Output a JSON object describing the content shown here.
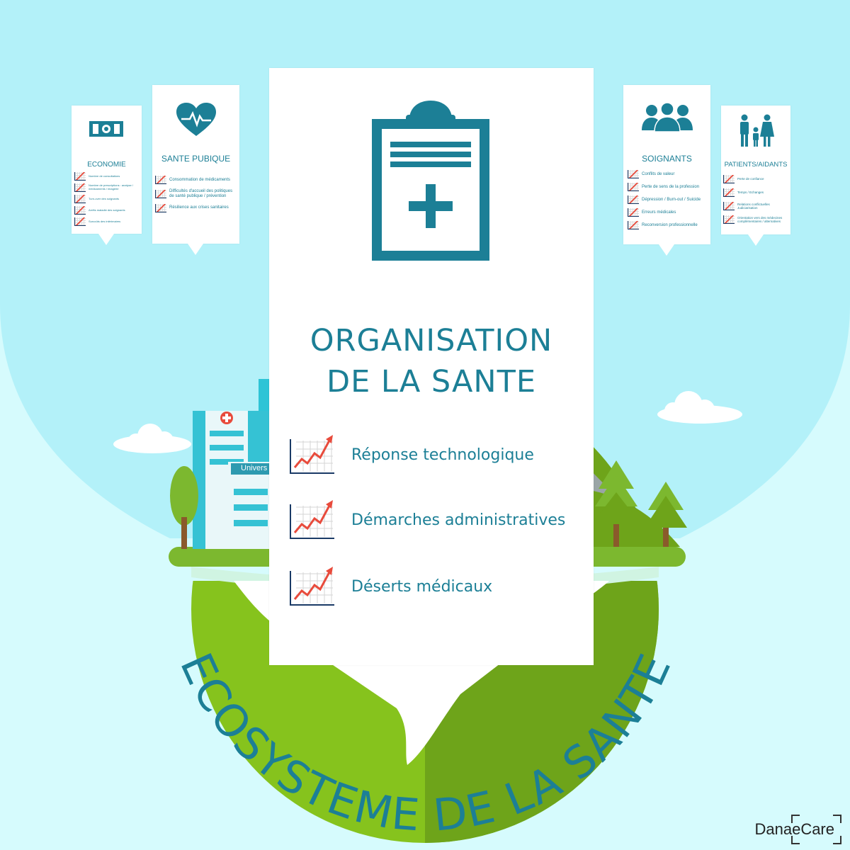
{
  "main_card": {
    "title_line1": "ORGANISATION",
    "title_line2": "DE LA SANTE",
    "items": [
      "Réponse technologique",
      "Démarches administratives",
      "Déserts médicaux"
    ]
  },
  "cards": {
    "economie": {
      "title": "ECONOMIE",
      "items": [
        "Nombre de consultations",
        "Nombre de prescriptions : analyse / médicaments / imagerie",
        "Turn-over des soignants",
        "Arrêts maladie des soignants",
        "Surcoûts des intérimaires"
      ]
    },
    "sante_publique": {
      "title": "SANTE PUBIQUE",
      "items": [
        "Consommation de médicaments",
        "Difficultés d'accueil des politiques de santé publique / prévention",
        "Résilience aux crises sanitaires"
      ]
    },
    "soignants": {
      "title": "SOIGNANTS",
      "items": [
        "Conflits de valeur",
        "Perte de sens de la profession",
        "Dépression / Burn-out / Suicide",
        "Erreurs médicales",
        "Reconversion professionnelle"
      ]
    },
    "patients": {
      "title": "PATIENTS/AIDANTS",
      "items": [
        "Perte de confiance",
        "Temps / Echanges",
        "Relations conflictuelles Judiciarisation",
        "Orientation vers des médecines complémentaires / alternatives"
      ]
    }
  },
  "building_sign": "Univers",
  "bottom_title": "ECOSYSTEME DE LA SANTE",
  "brand": "DanaeCare",
  "colors": {
    "accent": "#1c7f96",
    "sky": "#b3f1f9",
    "background": "#d6fbfd",
    "green": "#7cb82f",
    "trend": "#e84b3c"
  }
}
